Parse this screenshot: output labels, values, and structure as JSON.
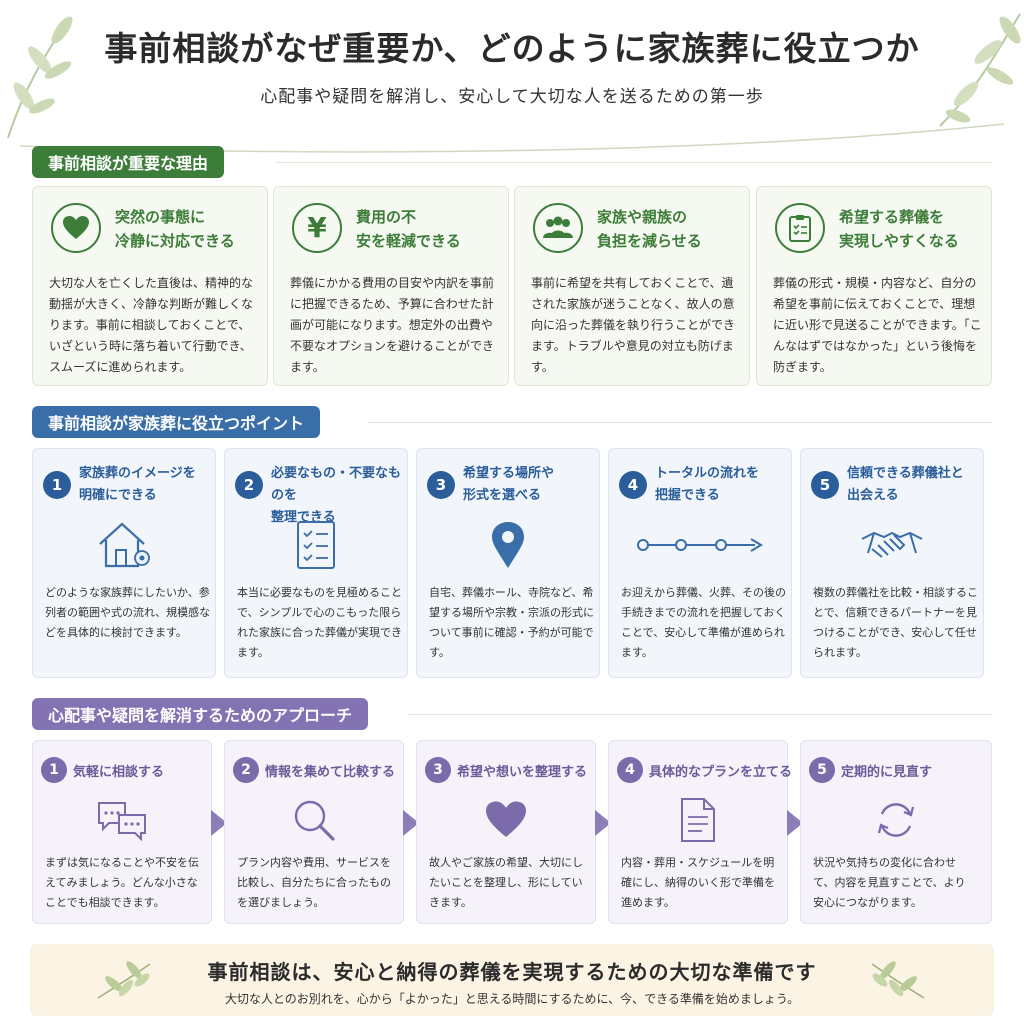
{
  "header": {
    "title": "事前相談がなぜ重要か、どのように家族葬に役立つか",
    "subtitle": "心配事や疑問を解消し、安心して大切な人を送るための第一歩"
  },
  "colors": {
    "green": "#3d7d3a",
    "blue": "#2a5d9a",
    "purple": "#7b6bab",
    "footer_bg": "#fbf3e4"
  },
  "sections": {
    "reasons": {
      "label": "事前相談が重要な理由",
      "items": [
        {
          "icon": "heart-icon",
          "title": "突然の事態に\n冷静に対応できる",
          "body": "大切な人を亡くした直後は、精神的な動揺が大きく、冷静な判断が難しくなります。事前に相談しておくことで、いざという時に落ち着いて行動でき、スムーズに進められます。"
        },
        {
          "icon": "yen-icon",
          "title": "費用の不\n安を軽減できる",
          "body": "葬儀にかかる費用の目安や内訳を事前に把握できるため、予算に合わせた計画が可能になります。想定外の出費や不要なオプションを避けることができます。"
        },
        {
          "icon": "family-icon",
          "title": "家族や親族の\n負担を減らせる",
          "body": "事前に希望を共有しておくことで、遺された家族が迷うことなく、故人の意向に沿った葬儀を執り行うことができます。トラブルや意見の対立も防げます。"
        },
        {
          "icon": "clipboard-icon",
          "title": "希望する葬儀を\n実現しやすくなる",
          "body": "葬儀の形式・規模・内容など、自分の希望を事前に伝えておくことで、理想に近い形で見送ることができます。「こんなはずではなかった」という後悔を防ぎます。"
        }
      ]
    },
    "points": {
      "label": "事前相談が家族葬に役立つポイント",
      "items": [
        {
          "num": "1",
          "icon": "house-icon",
          "title": "家族葬のイメージを\n明確にできる",
          "body": "どのような家族葬にしたいか、参列者の範囲や式の流れ、規模感などを具体的に検討できます。"
        },
        {
          "num": "2",
          "icon": "checklist-icon",
          "title": "必要なもの・不要なものを\n整理できる",
          "body": "本当に必要なものを見極めることで、シンプルで心のこもった限られた家族に合った葬儀が実現できます。"
        },
        {
          "num": "3",
          "icon": "location-pin-icon",
          "title": "希望する場所や\n形式を選べる",
          "body": "自宅、葬儀ホール、寺院など、希望する場所や宗教・宗派の形式について事前に確認・予約が可能です。"
        },
        {
          "num": "4",
          "icon": "timeline-icon",
          "title": "トータルの流れを\n把握できる",
          "body": "お迎えから葬儀、火葬、その後の手続きまでの流れを把握しておくことで、安心して準備が進められます。"
        },
        {
          "num": "5",
          "icon": "handshake-icon",
          "title": "信頼できる葬儀社と\n出会える",
          "body": "複数の葬儀社を比較・相談することで、信頼できるパートナーを見つけることができ、安心して任せられます。"
        }
      ]
    },
    "approach": {
      "label": "心配事や疑問を解消するためのアプローチ",
      "items": [
        {
          "num": "1",
          "icon": "chat-bubbles-icon",
          "title": "気軽に相談する",
          "body": "まずは気になることや不安を伝えてみましょう。どんな小さなことでも相談できます。"
        },
        {
          "num": "2",
          "icon": "magnifier-icon",
          "title": "情報を集めて比較する",
          "body": "プラン内容や費用、サービスを比較し、自分たちに合ったものを選びましょう。"
        },
        {
          "num": "3",
          "icon": "heart-icon",
          "title": "希望や想いを整理する",
          "body": "故人やご家族の希望、大切にしたいことを整理し、形にしていきます。"
        },
        {
          "num": "4",
          "icon": "document-icon",
          "title": "具体的なプランを立てる",
          "body": "内容・葬用・スケジュールを明確にし、納得のいく形で準備を進めます。"
        },
        {
          "num": "5",
          "icon": "refresh-icon",
          "title": "定期的に見直す",
          "body": "状況や気持ちの変化に合わせて、内容を見直すことで、より安心につながります。"
        }
      ]
    }
  },
  "footer": {
    "title": "事前相談は、安心と納得の葬儀を実現するための大切な準備です",
    "subtitle": "大切な人とのお別れを、心から「よかった」と思える時間にするために、今、できる準備を始めましょう。"
  }
}
